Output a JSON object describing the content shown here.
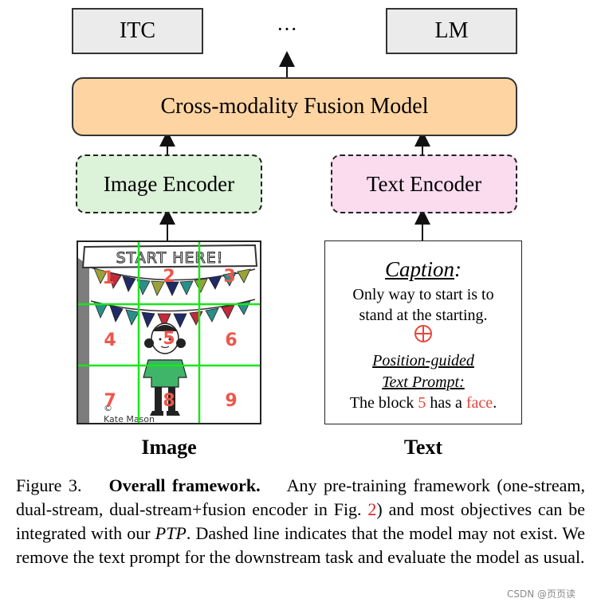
{
  "top_row": {
    "itc_label": "ITC",
    "ellipsis": "···",
    "lm_label": "LM"
  },
  "fusion_model": {
    "label": "Cross-modality Fusion Model"
  },
  "encoders": {
    "image_label": "Image Encoder",
    "text_label": "Text Encoder"
  },
  "image_panel": {
    "sign_text": "START HERE!",
    "artist_credit": "Kate Mason",
    "grid_numbers": [
      "1",
      "2",
      "3",
      "4",
      "5",
      "6",
      "7",
      "8",
      "9"
    ],
    "colors": {
      "grid_line": "#19e619",
      "number": "#f0554a",
      "pennant_teal": "#2a8f8a",
      "pennant_olive": "#9aa13a",
      "pennant_navy": "#1f2a66",
      "pennant_red": "#c02a3a",
      "shirt": "#3fb56a"
    }
  },
  "text_panel": {
    "caption_title": "Caption",
    "caption_colon": ":",
    "caption_line1": "Only way to start is to",
    "caption_line2": "stand at the starting.",
    "plus_icon": "circled-plus-icon",
    "prompt_title_line1": "Position-guided",
    "prompt_title_line2": "Text Prompt:",
    "prompt_prefix": "The block ",
    "prompt_block_number": "5",
    "prompt_middle": " has a ",
    "prompt_object": "face",
    "prompt_suffix": ".",
    "accent_color": "#e8473a"
  },
  "panel_labels": {
    "image": "Image",
    "text": "Text"
  },
  "caption": {
    "figure_label": "Figure 3.",
    "bold_title": "Overall framework.",
    "part1": "Any pre-training framework (one-stream, dual-stream, dual-stream+fusion encoder in Fig. ",
    "fig_ref": "2",
    "part2": ") and most objectives can be integrated with our ",
    "ptp": "PTP",
    "part3": ". Dashed line indicates that the model may not exist. We remove the text prompt for the downstream task and evaluate the model as usual."
  },
  "watermark": "CSDN @页页读"
}
